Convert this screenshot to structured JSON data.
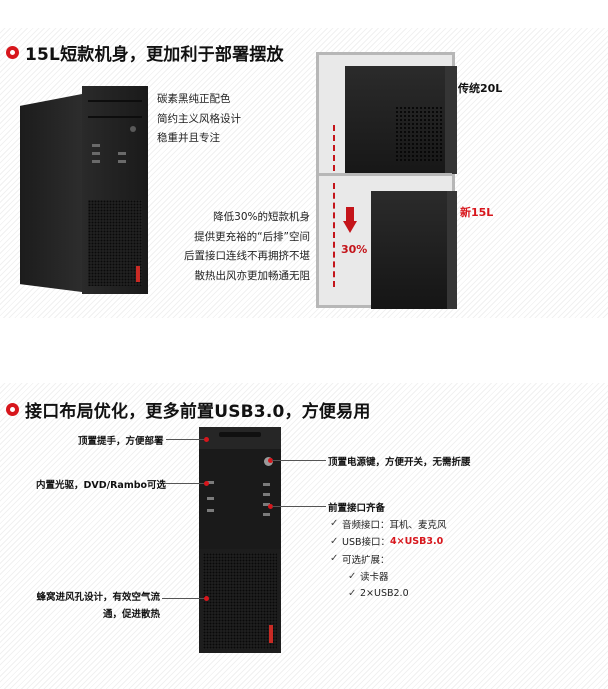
{
  "section1": {
    "heading": "15L短款机身，更加利于部署摆放",
    "features_top": [
      "碳素黑纯正配色",
      "简约主义风格设计",
      "稳重并且专注"
    ],
    "features_bottom": [
      "降低30%的短款机身",
      "提供更充裕的“后排”空间",
      "后置接口连线不再拥挤不堪",
      "散热出风亦更加畅通无阻"
    ],
    "comparison": {
      "old_label": "传统20L",
      "new_label": "新15L",
      "reduction": "30%"
    }
  },
  "section2": {
    "heading": "接口布局优化，更多前置USB3.0，方便易用",
    "callouts": {
      "top_handle": "顶置提手，方便部署",
      "optical": "内置光驱，DVD/Rambo可选",
      "vent_line1": "蜂窝进风孔设计，有效空气流",
      "vent_line2": "通，促进散热",
      "power": "顶置电源键，方便开关，无需折腰",
      "ports_title": "前置接口齐备"
    },
    "port_list": [
      {
        "text": "音频接口：耳机、麦克风",
        "indent": 0
      },
      {
        "text": "USB接口：",
        "highlight": "4×USB3.0",
        "indent": 0
      },
      {
        "text": "可选扩展：",
        "indent": 0
      },
      {
        "text": "读卡器",
        "indent": 1
      },
      {
        "text": "2×USB2.0",
        "indent": 1
      }
    ]
  },
  "colors": {
    "accent_red": "#d7161c",
    "chassis_black": "#1d1d1d"
  }
}
